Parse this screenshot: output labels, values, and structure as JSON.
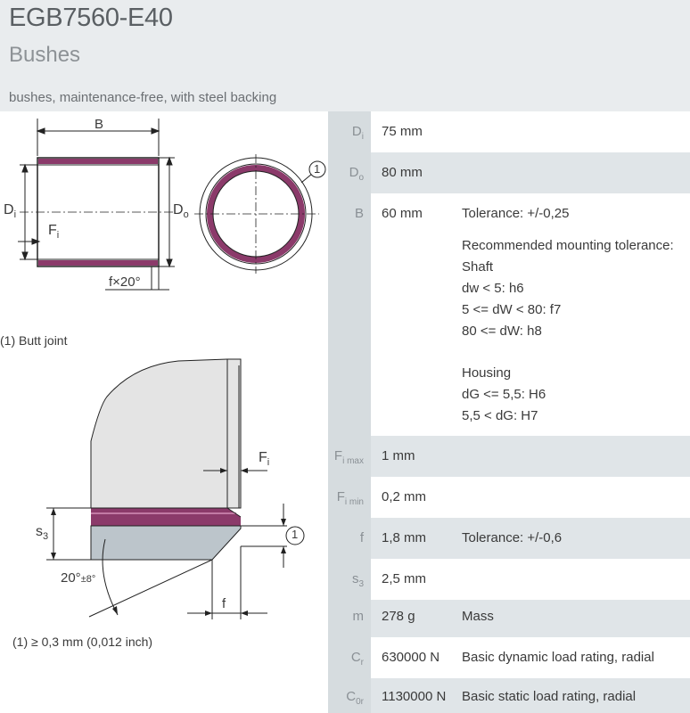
{
  "header": {
    "title": "EGB7560-E40",
    "subtitle": "Bushes",
    "description": "bushes, maintenance-free, with steel backing"
  },
  "drawing_top": {
    "label_B": "B",
    "label_Di_main": "D",
    "label_Di_sub": "i",
    "label_Do_main": "D",
    "label_Do_sub": "o",
    "label_Fi_main": "F",
    "label_Fi_sub": "i",
    "label_chamfer": "f×20°",
    "callout": "1"
  },
  "drawing_note1": "(1) Butt joint",
  "drawing_detail": {
    "label_Fi_main": "F",
    "label_Fi_sub": "i",
    "label_s3_main": "s",
    "label_s3_sub": "3",
    "label_angle": "20°",
    "label_angle_tol": "±8°",
    "label_f": "f",
    "callout": "1"
  },
  "drawing_note2": "(1) ≥ 0,3 mm (0,012 inch)",
  "specs": {
    "di": {
      "sym": "D",
      "sub": "i",
      "value": "75  mm"
    },
    "do": {
      "sym": "D",
      "sub": "o",
      "value": "80  mm"
    },
    "b": {
      "sym": "B",
      "value": "60  mm",
      "note1": "Tolerance: +/-0,25",
      "note2": "Recommended mounting tolerance:",
      "note3": "Shaft",
      "note4": "dw < 5: h6",
      "note5": "5 <= dW < 80: f7",
      "note6": "80 <= dW: h8",
      "note7": "Housing",
      "note8": "dG <= 5,5: H6",
      "note9": "5,5 < dG: H7"
    },
    "fimax": {
      "sym": "F",
      "sub": "i max",
      "value": "1  mm"
    },
    "fimin": {
      "sym": "F",
      "sub": "i min",
      "value": "0,2  mm"
    },
    "f": {
      "sym": "f",
      "value": "1,8  mm",
      "note": "Tolerance: +/-0,6"
    },
    "s3": {
      "sym": "s",
      "sub": "3",
      "value": "2,5  mm"
    },
    "m": {
      "sym": "m",
      "value": "278  g",
      "note": "Mass"
    },
    "cr": {
      "sym": "C",
      "sub": "r",
      "value": "630000  N",
      "note": "Basic dynamic load rating, radial"
    },
    "c0r": {
      "sym": "C",
      "sub": "0r",
      "value": "1130000  N",
      "note": "Basic static load rating, radial"
    }
  }
}
